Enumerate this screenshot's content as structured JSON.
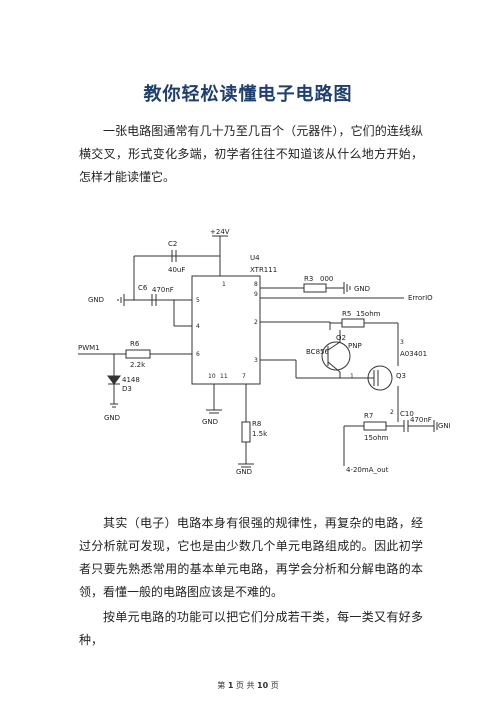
{
  "document": {
    "title": "教你轻松读懂电子电路图",
    "paragraphs": [
      "一张电路图通常有几十乃至几百个（元器件），它们的连线纵横交叉，形式变化多端，初学者往往不知道该从什么地方开始，怎样才能读懂它。",
      "其实（电子）电路本身有很强的规律性，再复杂的电路，经过分析就可发现，它也是由少数几个单元电路组成的。因此初学者只要先熟悉常用的基本单元电路，再学会分析和分解电路的本领，看懂一般的电路图应该是不难的。",
      "按单元电路的功能可以把它们分成若干类，每一类又有好多种，"
    ],
    "footer": {
      "prefix": "第 ",
      "page": "1",
      "middle": " 页 共 ",
      "total": "10",
      "suffix": " 页"
    }
  },
  "schematic": {
    "supply": "+24V",
    "chip_ref": "U4",
    "chip_name": "XTR111",
    "pins": [
      "1",
      "8",
      "9",
      "5",
      "2",
      "4",
      "6",
      "3",
      "10",
      "11",
      "7"
    ],
    "parts": {
      "c2": "C2",
      "c2_val": "40uF",
      "c6": "C6",
      "c6_val": "470nF",
      "r3": "R3",
      "r3_val": "000",
      "r5": "R5",
      "r5_val": "15ohm",
      "r6": "R6",
      "r6_val": "2.2k",
      "r7": "R7",
      "r7_val": "15ohm",
      "r8": "R8",
      "r8_val": "1.5k",
      "c10": "C10",
      "c10_val": "470nF",
      "q2": "Q2",
      "q2_type": "PNP",
      "q2_part": "BC856",
      "q3": "Q3",
      "q3_part": "A03401",
      "d3": "D3",
      "d3_part": "4148"
    },
    "nets": {
      "gnd_left": "GND",
      "gnd_r3": "GND",
      "gnd_c10": "GND",
      "gnd": "GND",
      "error": "ErrorIO",
      "pwm": "PWM1",
      "out": "4-20mA_out"
    },
    "q3_pins": [
      "3",
      "1",
      "2"
    ]
  }
}
